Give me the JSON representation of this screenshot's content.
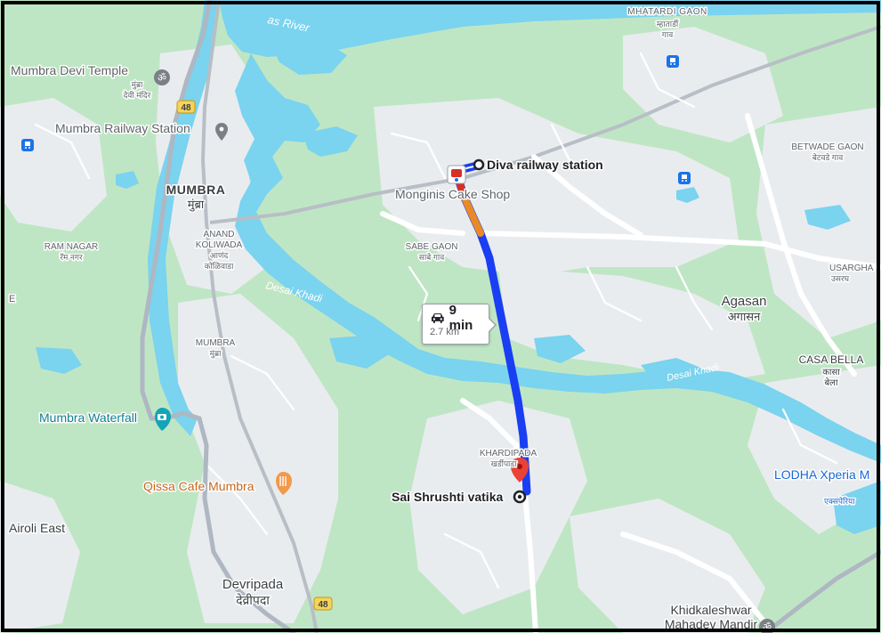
{
  "colors": {
    "land": "#bfe6c4",
    "urban": "#e9ecef",
    "water": "#7ad3ef",
    "road_major": "#ffffff",
    "highway": "#aeb7c2",
    "rail": "#b8bec6",
    "route_main": "#1a3ef2",
    "route_traffic_slow": "#ea8a26",
    "route_traffic_heavy": "#d93025",
    "destination_pin": "#ea4335",
    "poi_place": "#7b8087",
    "poi_food": "#f2994a",
    "poi_attraction": "#12a4b9",
    "transit": "#1a73e8",
    "highway_shield": "#f6d35b",
    "water_label": "#ffffff",
    "label_dark": "#202124",
    "label_mid": "#3c4043",
    "label_light": "#5f6368",
    "business_label": "#1967d2"
  },
  "labels": {
    "waterbody_river": "as River",
    "creek_1": "Desai Khadi",
    "creek_2": "Desai Khadi",
    "mhatardi_en": "MHATARDI GAON",
    "mhatardi_mr_1": "म्हातार्डी",
    "mhatardi_mr_2": "गाव",
    "mumbra_en": "MUMBRA",
    "mumbra_mr": "मुंब्रा",
    "mumbra2_en": "MUMBRA",
    "mumbra2_mr": "मुंब्रा",
    "anand_en_1": "ANAND",
    "anand_en_2": "KOLIWADA",
    "anand_mr_1": "आणंद",
    "anand_mr_2": "कोळिवाडा",
    "ram_nagar_en": "RAM NAGAR",
    "ram_nagar_mr": "रॅम नगर",
    "sabe_gaon_en": "SABE GAON",
    "sabe_gaon_mr": "साबे गाव",
    "betwade_en": "BETWADE GAON",
    "betwade_mr": "बेटवडे गाव",
    "usargha_en": "USARGHA",
    "usargha_mr": "उसरघ",
    "agasan_en": "Agasan",
    "agasan_mr": "अगासन",
    "casa_bella_en": "CASA BELLA",
    "casa_bella_mr_1": "कासा",
    "casa_bella_mr_2": "बेला",
    "khardipada_en": "KHARDIPADA",
    "khardipada_mr": "खर्डीपाडा",
    "devripada_en": "Devripada",
    "devripada_mr": "देव्रीपदा",
    "airoli_east": "Airoli East",
    "edge_letter": "E"
  },
  "pois": {
    "mumbra_devi_en": "Mumbra Devi Temple",
    "mumbra_devi_mr_1": "मुंब्रा",
    "mumbra_devi_mr_2": "देवी मंदिर",
    "mumbra_railway_station": "Mumbra Railway Station",
    "diva_railway_station": "Diva railway station",
    "monginis": "Monginis Cake Shop",
    "mumbra_waterfall": "Mumbra Waterfall",
    "qissa_cafe": "Qissa Cafe Mumbra",
    "sai_shrushti": "Sai Shrushti vatika",
    "lodha_xperia": "LODHA Xperia M",
    "lodha_xperia_mr": "एक्सपेरिया",
    "khidkaleshwar_1": "Khidkaleshwar",
    "khidkaleshwar_2": "Mahadev Mandir"
  },
  "shields": {
    "nh48_top": "48",
    "nh48_bottom": "48"
  },
  "route": {
    "duration": "9 min",
    "distance": "2.7 km",
    "mode_icon": "car-icon"
  }
}
